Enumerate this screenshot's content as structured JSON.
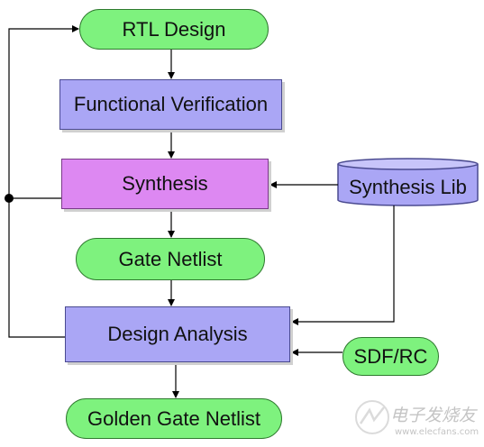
{
  "nodes": {
    "rtl_design": "RTL Design",
    "functional_verification": "Functional Verification",
    "synthesis": "Synthesis",
    "synthesis_lib": "Synthesis Lib",
    "gate_netlist": "Gate Netlist",
    "design_analysis": "Design Analysis",
    "sdf_rc": "SDF/RC",
    "golden_gate_netlist": "Golden Gate Netlist"
  },
  "watermark": {
    "brand": "电子发烧友",
    "url": "www.elecfans.com"
  },
  "colors": {
    "terminal_fill": "#7ef27e",
    "process_fill": "#aaa6f5",
    "synthesis_fill": "#dd88f2",
    "library_fill": "#aaa6f5"
  }
}
